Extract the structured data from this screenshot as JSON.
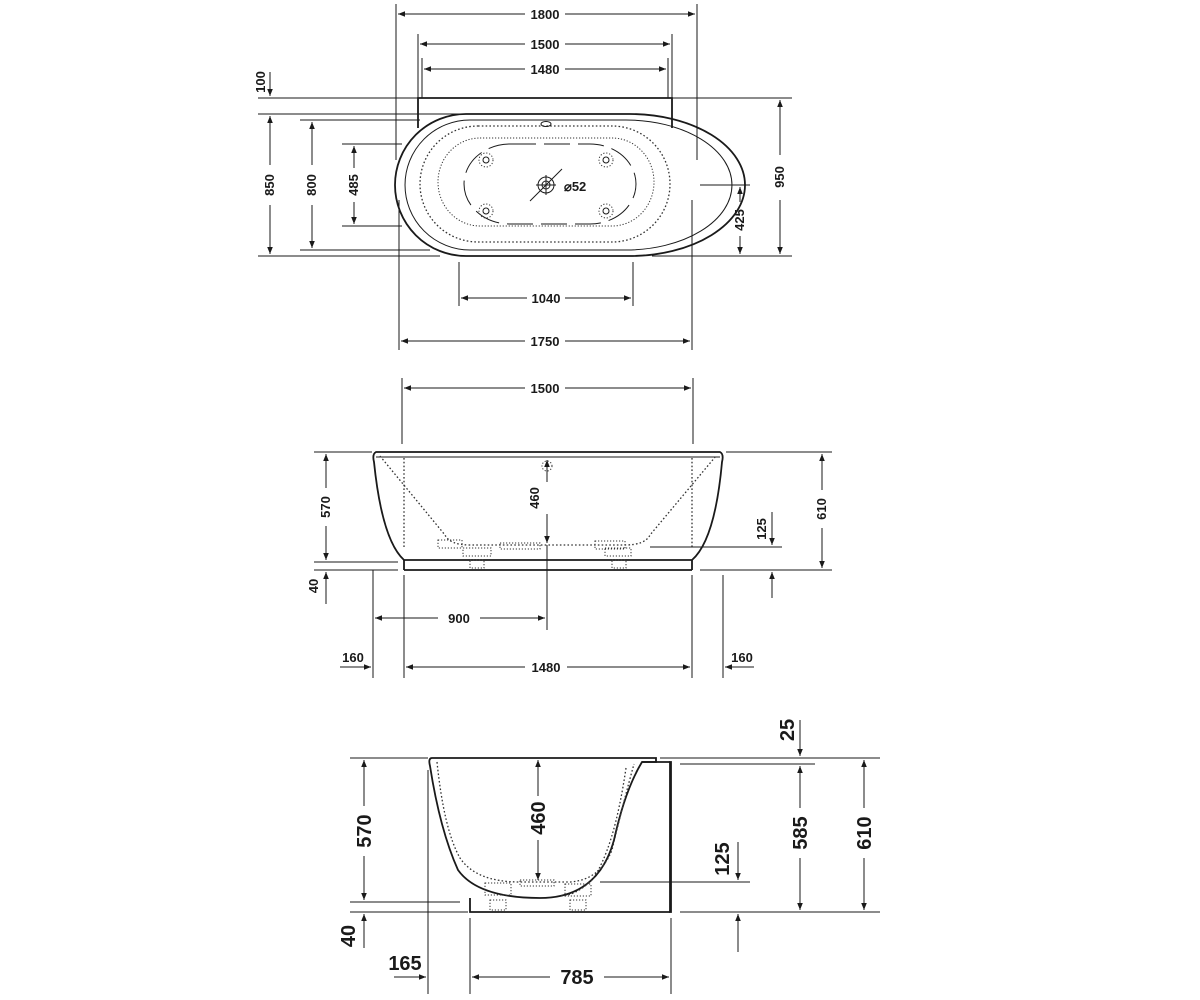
{
  "top_view": {
    "dims": {
      "d1800": "1800",
      "d1500": "1500",
      "d1480": "1480",
      "d100": "100",
      "d850": "850",
      "d800": "800",
      "d485": "485",
      "d52": "⌀52",
      "d950": "950",
      "d425": "425",
      "d1040": "1040",
      "d1750": "1750"
    }
  },
  "front_view": {
    "dims": {
      "d1500": "1500",
      "d570": "570",
      "d460": "460",
      "d610": "610",
      "d125": "125",
      "d40": "40",
      "d900": "900",
      "d160_left": "160",
      "d1480": "1480",
      "d160_right": "160"
    }
  },
  "side_view": {
    "dims": {
      "d25": "25",
      "d570": "570",
      "d460": "460",
      "d585": "585",
      "d610": "610",
      "d125": "125",
      "d40": "40",
      "d165": "165",
      "d785": "785"
    }
  }
}
